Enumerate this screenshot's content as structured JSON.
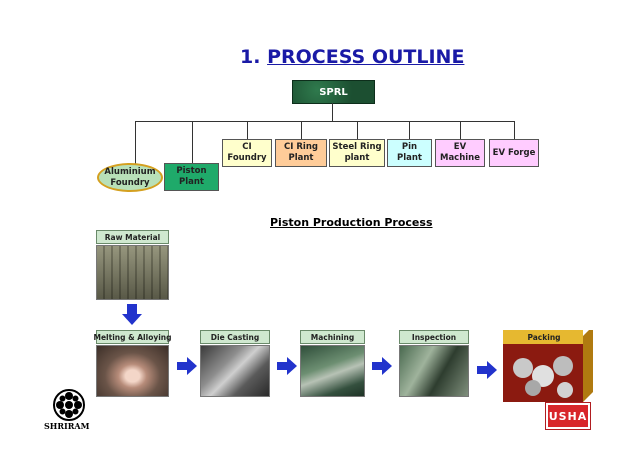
{
  "title": {
    "number": "1.",
    "text": "PROCESS OUTLINE"
  },
  "org": {
    "root": "SPRL",
    "units": [
      {
        "label": "Aluminium Foundry",
        "color": "#b8e0b8"
      },
      {
        "label": "Piston Plant",
        "color": "#1faa6a"
      },
      {
        "label": "CI Foundry",
        "color": "#ffffcc"
      },
      {
        "label": "CI Ring Plant",
        "color": "#ffcc99"
      },
      {
        "label": "Steel Ring plant",
        "color": "#ffffcc"
      },
      {
        "label": "Pin Plant",
        "color": "#ccffff"
      },
      {
        "label": "EV Machine",
        "color": "#ffccff"
      },
      {
        "label": "EV Forge",
        "color": "#ffccff"
      }
    ]
  },
  "process": {
    "title": "Piston Production Process",
    "stages": [
      "Raw Material",
      "Melting & Alloying",
      "Die Casting",
      "Machining",
      "Inspection",
      "Packing"
    ]
  },
  "logos": {
    "shriram": "SHRIRAM",
    "usha": "USHA"
  },
  "colors": {
    "title": "#1a1aa6",
    "arrow": "#2233cc",
    "sprl": "#1f5a37"
  }
}
